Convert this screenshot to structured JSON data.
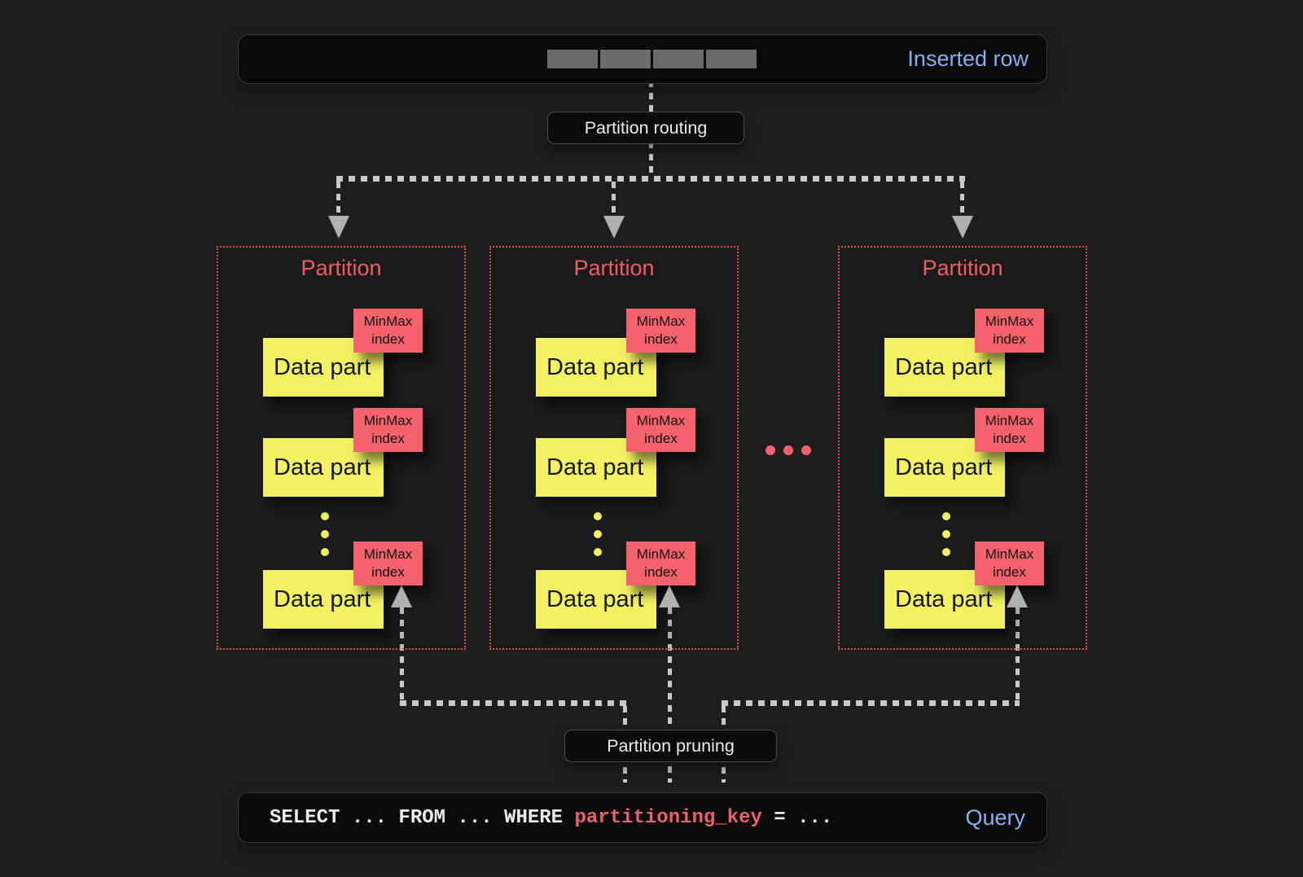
{
  "colors": {
    "bg": "#1e1e1e",
    "panel": "#0a0a0b",
    "panel_border": "#3a3a3c",
    "blue": "#85b1f1",
    "white": "#ececec",
    "red_border": "#dd5353",
    "red_title": "#f15b62",
    "tag_red": "#f4636d",
    "yellow": "#f1f161",
    "sql_red": "#ee5f68",
    "line_gray": "#c9c9c9",
    "arrow_gray": "#b0b0b0",
    "cell_gray": "#6a6a6a"
  },
  "inserted_row": {
    "label": "Inserted row"
  },
  "routing": {
    "label": "Partition routing"
  },
  "pruning": {
    "label": "Partition pruning"
  },
  "partitions": [
    {
      "title": "Partition",
      "parts": [
        {
          "tag": "MinMax index",
          "label": "Data part"
        },
        {
          "tag": "MinMax index",
          "label": "Data part"
        },
        {
          "tag": "MinMax index",
          "label": "Data part"
        }
      ]
    },
    {
      "title": "Partition",
      "parts": [
        {
          "tag": "MinMax index",
          "label": "Data part"
        },
        {
          "tag": "MinMax index",
          "label": "Data part"
        },
        {
          "tag": "MinMax index",
          "label": "Data part"
        }
      ]
    },
    {
      "title": "Partition",
      "parts": [
        {
          "tag": "MinMax index",
          "label": "Data part"
        },
        {
          "tag": "MinMax index",
          "label": "Data part"
        },
        {
          "tag": "MinMax index",
          "label": "Data part"
        }
      ]
    }
  ],
  "query": {
    "prefix": "SELECT ... FROM ... WHERE ",
    "key": "partitioning_key",
    "suffix": " = ...",
    "label": "Query"
  }
}
